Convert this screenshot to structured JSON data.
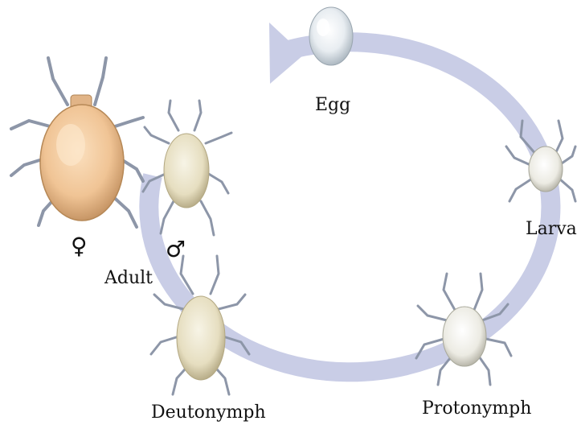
{
  "labels": {
    "egg": "Egg",
    "larva": "Larva",
    "protonymph": "Protonymph",
    "deutonymph": "Deutonymph",
    "adult": "Adult",
    "female_symbol": "♀",
    "male_symbol": "♂"
  },
  "stages": [
    "Egg",
    "Larva",
    "Protonymph",
    "Deutonymph",
    "Adult"
  ],
  "colors": {
    "cycle_arrow": "#c9cde6",
    "mite_body_adult_female": "#f1c79a",
    "mite_body_light": "#e9e2c6",
    "mite_legs": "#8d96a8",
    "egg": "#e9eef2",
    "text": "#111111"
  }
}
